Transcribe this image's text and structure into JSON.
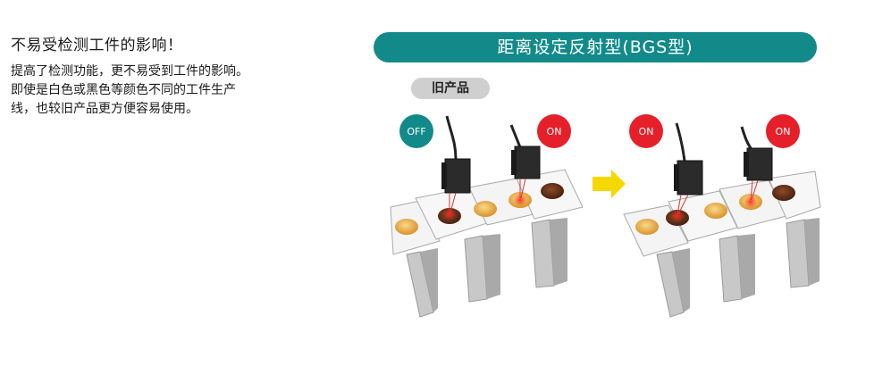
{
  "left": {
    "heading": "不易受检测工件的影响！",
    "body_lines": [
      "提高了检测功能，更不易受到工件的影响。",
      "即使是白色或黑色等颜色不同的工件生产",
      "线，也较旧产品更方便容易使用。"
    ]
  },
  "right": {
    "banner": "距离设定反射型(BGS型)",
    "old_label": "旧产品",
    "states": {
      "old_a": "OFF",
      "old_b": "ON",
      "new_a": "ON",
      "new_b": "ON"
    }
  },
  "colors": {
    "banner": "#138a8a",
    "off_badge": "#138a8a",
    "on_badge": "#e6202a",
    "arrow": "#f5d800"
  }
}
